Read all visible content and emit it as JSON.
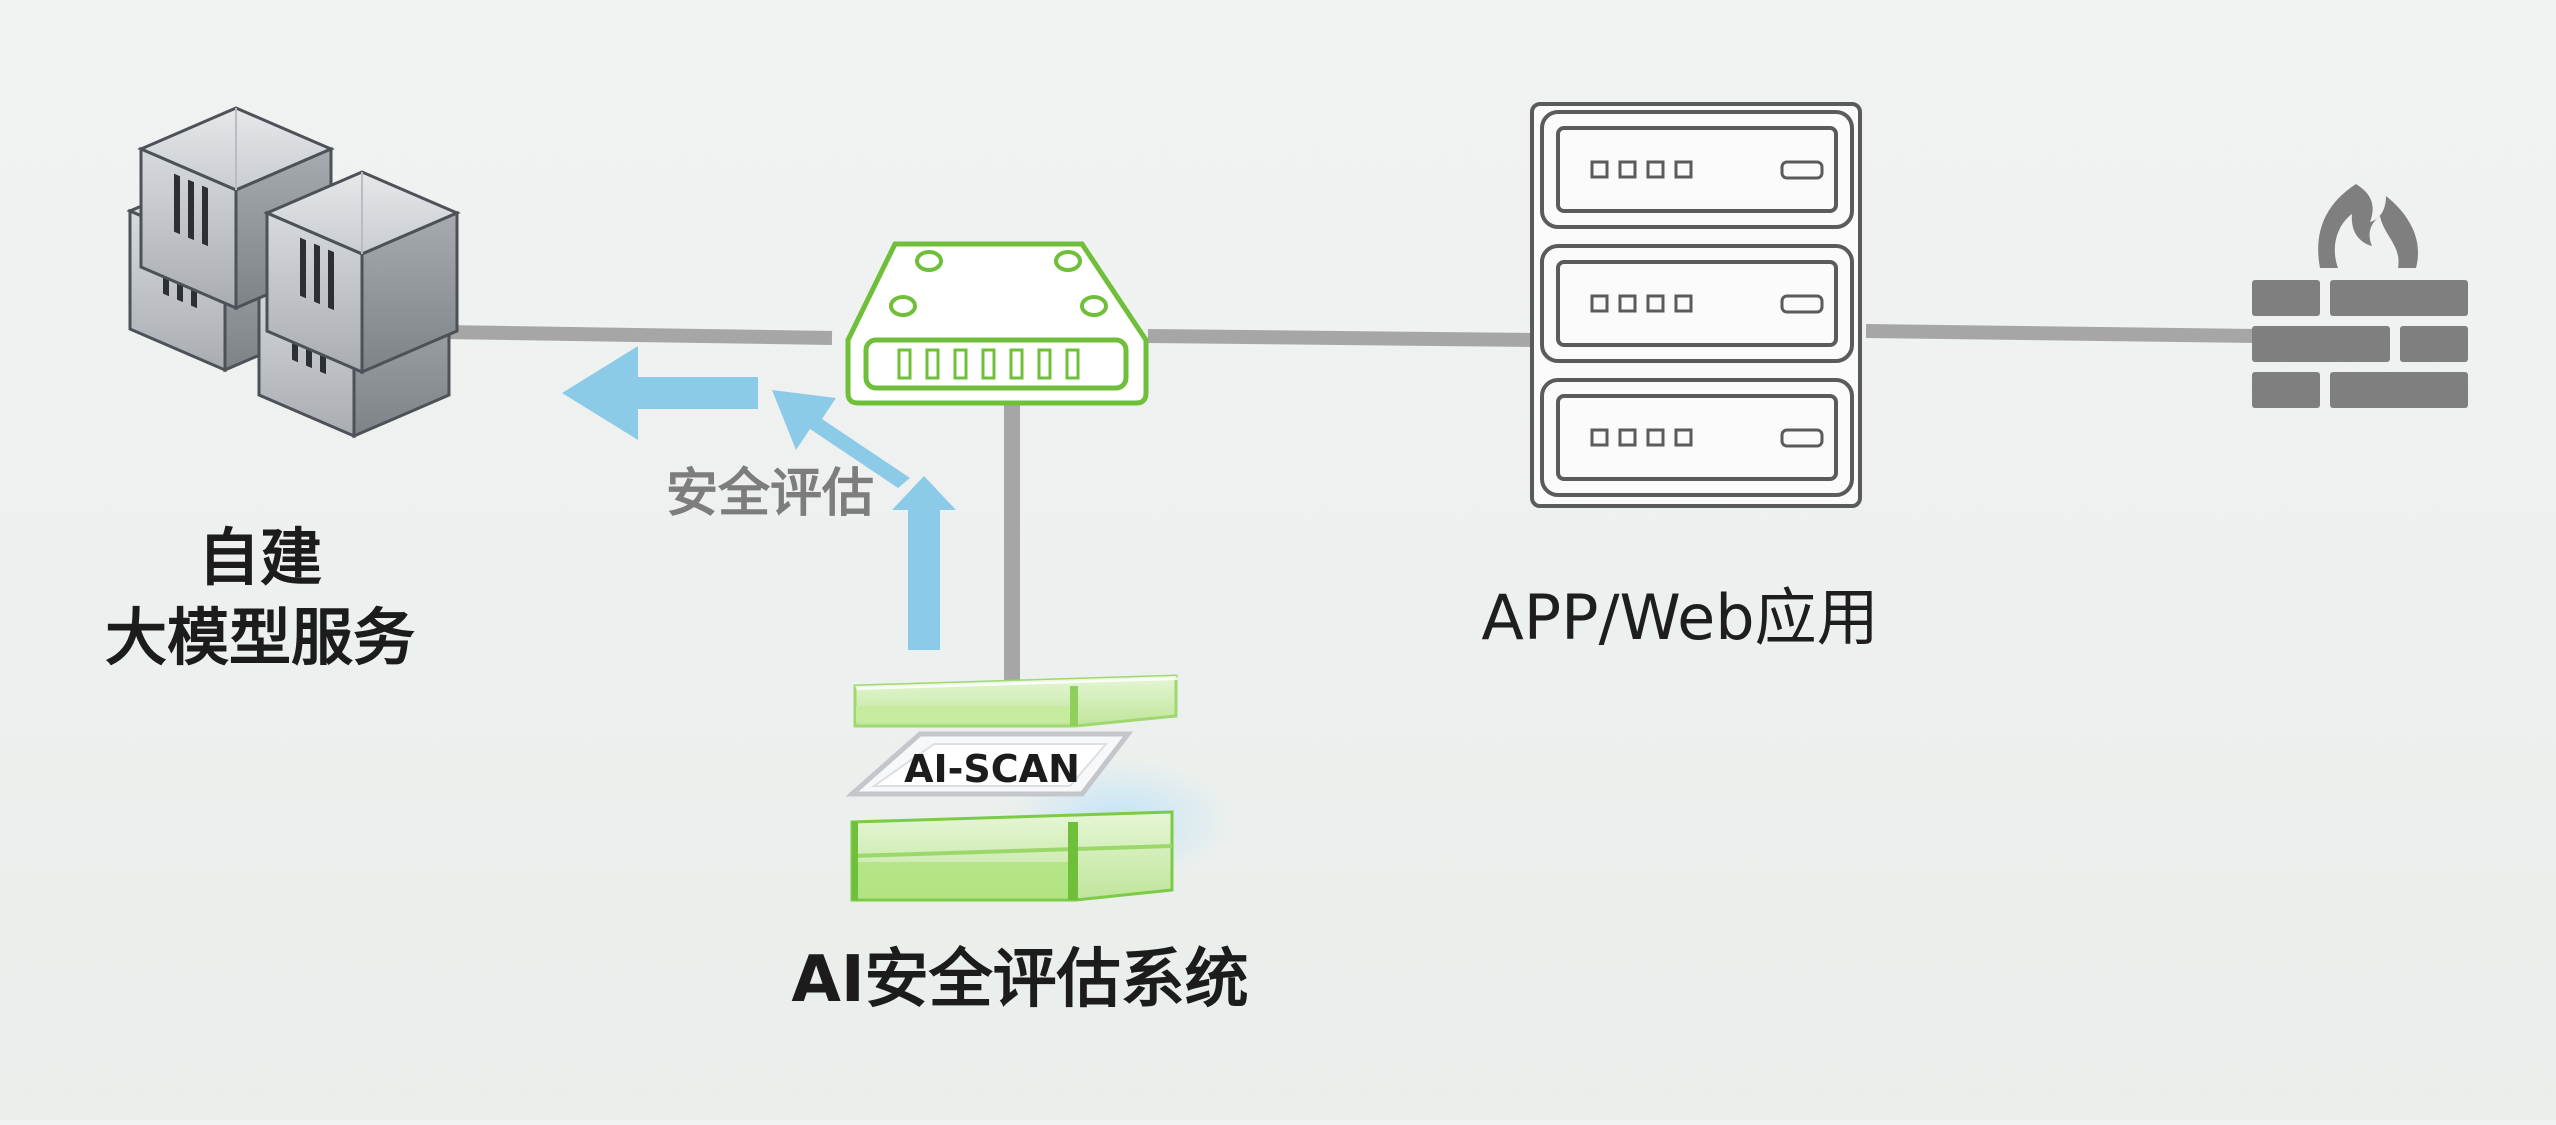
{
  "nodes": {
    "self_hosted_llm": {
      "line1": "自建",
      "line2": "大模型服务",
      "icon": "server-cubes-icon"
    },
    "app_web": {
      "label": "APP/Web应用",
      "icon": "server-rack-icon"
    },
    "ai_scan": {
      "device_label": "AI-SCAN",
      "label": "AI安全评估系统",
      "icon": "scanner-appliance-icon"
    },
    "switch": {
      "icon": "network-switch-icon"
    },
    "firewall": {
      "icon": "firewall-icon"
    }
  },
  "flow": {
    "label": "安全评估"
  },
  "colors": {
    "arrow": "#8ccbe8",
    "link": "#a6a6a6",
    "switch_green": "#6fbf3a",
    "firewall": "#7f7f7f",
    "cube_gray": "#9a9ea2"
  }
}
